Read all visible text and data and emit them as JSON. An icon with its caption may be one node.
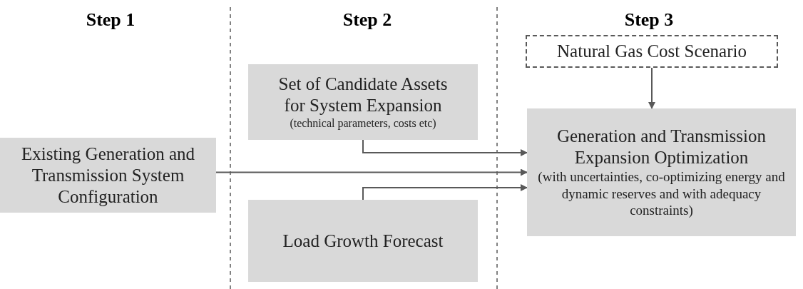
{
  "diagram": {
    "nodes": [
      {
        "text": [
          "Existing Generation and Transmission System Configuration"
        ]
      },
      {
        "text": [
          "Set of Candidate Assets for System Expansion",
          "(technical parameters, costs etc)"
        ]
      },
      {
        "text": [
          "Load Growth Forecast"
        ]
      },
      {
        "text": [
          "Natural Gas Cost Scenario"
        ]
      },
      {
        "text": [
          "Generation and Transmission Expansion Optimization",
          "(with uncertainties, co-optimizing energy and dynamic reserves and with adequacy constraints)"
        ]
      }
    ],
    "edges": [
      {
        "from": 3,
        "to": 4,
        "arrow": "to"
      },
      {
        "from": 1,
        "to": 4,
        "arrow": "to"
      },
      {
        "from": 0,
        "to": 4,
        "arrow": "to"
      },
      {
        "from": 2,
        "to": 4,
        "arrow": "to"
      }
    ],
    "labels": [
      "Step 1",
      "Step 2",
      "Step 3"
    ]
  }
}
